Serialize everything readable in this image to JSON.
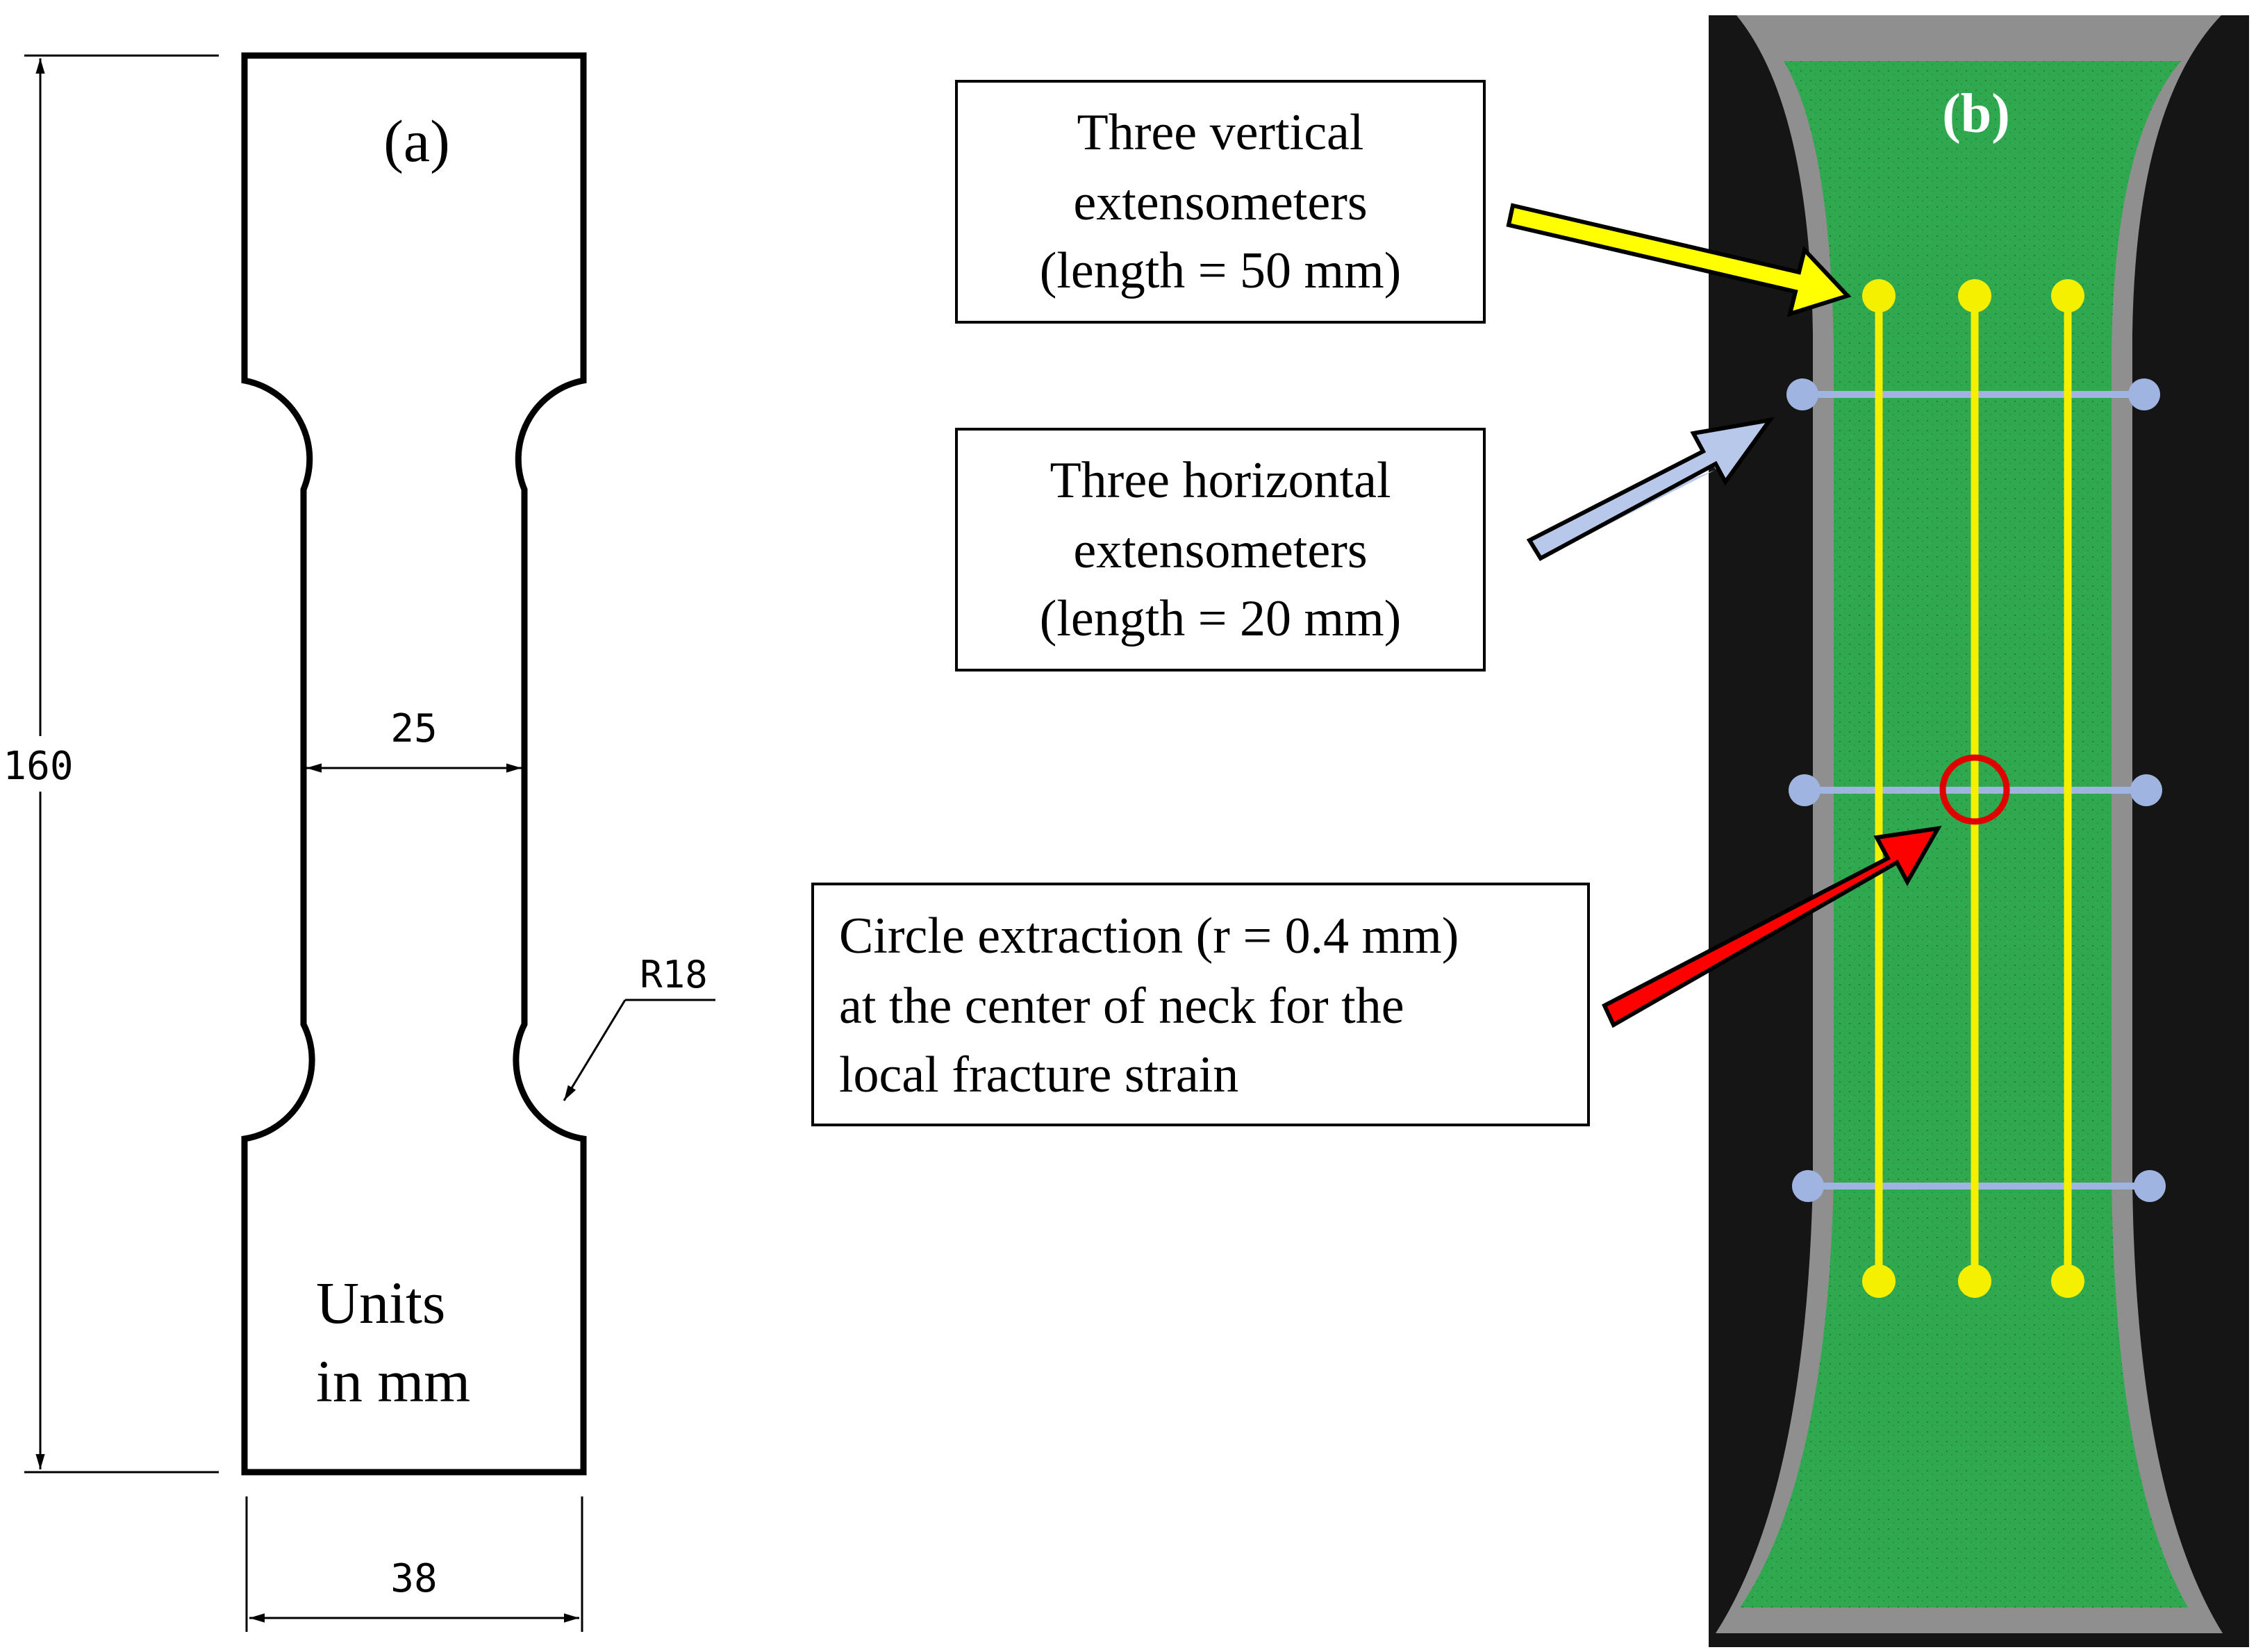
{
  "panel_a": {
    "label": "(a)",
    "dim_height": "160",
    "dim_gauge_width": "25",
    "dim_grip_width": "38",
    "dim_radius": "R18",
    "units_line1": "Units",
    "units_line2": "in mm"
  },
  "panel_b": {
    "label": "(b)"
  },
  "callouts": {
    "vertical": {
      "line1": "Three vertical",
      "line2": "extensometers",
      "line3": "(length = 50 mm)"
    },
    "horizontal": {
      "line1": "Three horizontal",
      "line2": "extensometers",
      "line3": "(length = 20 mm)"
    },
    "circle": {
      "line1": "Circle extraction (r = 0.4 mm)",
      "line2": "at the center of neck for the",
      "line3": "local fracture strain"
    }
  },
  "colors": {
    "specimen_green": "#2fa84f",
    "vertical_ext": "#f5f000",
    "horizontal_ext": "#9fb4e0",
    "circle": "#e00000",
    "arrow_yellow": "#ffff00",
    "arrow_blue": "#b8c8ea",
    "arrow_red": "#ff0000"
  }
}
